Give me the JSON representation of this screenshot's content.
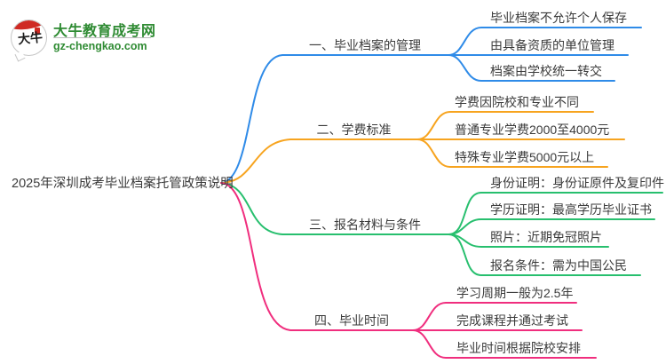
{
  "logo": {
    "icon_text": "大牛",
    "site_name": "大牛教育成考网",
    "site_domain": "gz-chengkao.com"
  },
  "root": {
    "label": "2025年深圳成考毕业档案托管政策说明"
  },
  "branches": [
    {
      "label": "一、毕业档案的管理",
      "color": "#2f8be8",
      "children": [
        "毕业档案不允许个人保存",
        "由具备资质的单位管理",
        "档案由学校统一转交"
      ]
    },
    {
      "label": "二、学费标准",
      "color": "#f7a41f",
      "children": [
        "学费因院校和专业不同",
        "普通专业学费2000至4000元",
        "特殊专业学费5000元以上"
      ]
    },
    {
      "label": "三、报名材料与条件",
      "color": "#27bf6e",
      "children": [
        "身份证明：身份证原件及复印件",
        "学历证明：最高学历毕业证书",
        "照片：近期免冠照片",
        "报名条件：需为中国公民"
      ]
    },
    {
      "label": "四、毕业时间",
      "color": "#f02e7e",
      "children": [
        "学习周期一般为2.5年",
        "完成课程并通过考试",
        "毕业时间根据院校安排"
      ]
    }
  ],
  "colors": {
    "branch_blue": "#2f8be8",
    "branch_orange": "#f7a41f",
    "branch_green": "#27bf6e",
    "branch_pink": "#f02e7e",
    "logo_green": "#2f8b33",
    "logo_red": "#cf2a24",
    "text": "#3b3b3b"
  }
}
